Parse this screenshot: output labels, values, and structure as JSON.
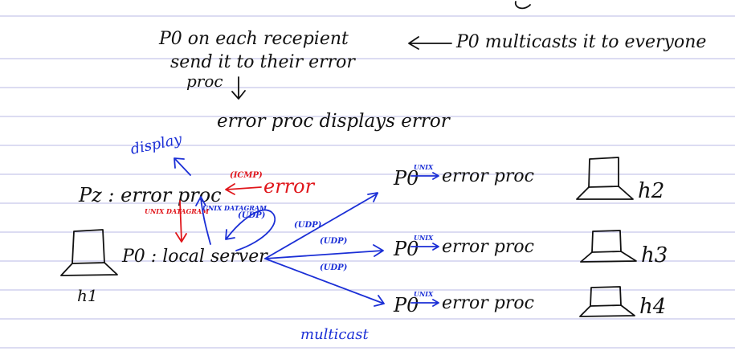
{
  "notes": {
    "top_line1": "P0 on each recepient",
    "top_line2": "send it to their error",
    "top_line3": "proc",
    "top_right": "P0 multicasts it to everyone",
    "mid": "error proc displays error",
    "display": "display",
    "pz": "Pz : error proc",
    "icmp": "(ICMP)",
    "error": "error",
    "unix_datagram_red": "UNIX DATAGRAM",
    "unix_datagram_blue": "UNIX DATAGRAM",
    "udp_loop": "(UDP)",
    "p0_local": "P0 : local server",
    "h1": "h1",
    "udp1": "(UDP)",
    "udp2": "(UDP)",
    "udp3": "(UDP)",
    "multicast": "multicast",
    "targets": [
      {
        "p": "P0",
        "unix": "UNIX",
        "proc": "error proc",
        "host": "h2"
      },
      {
        "p": "P0",
        "unix": "UNIX",
        "proc": "error proc",
        "host": "h3"
      },
      {
        "p": "P0",
        "unix": "UNIX",
        "proc": "error proc",
        "host": "h4"
      }
    ]
  },
  "colors": {
    "ink": "#111111",
    "red": "#e0161b",
    "blue": "#1b2fd6",
    "rule": "#b9b9e6"
  }
}
